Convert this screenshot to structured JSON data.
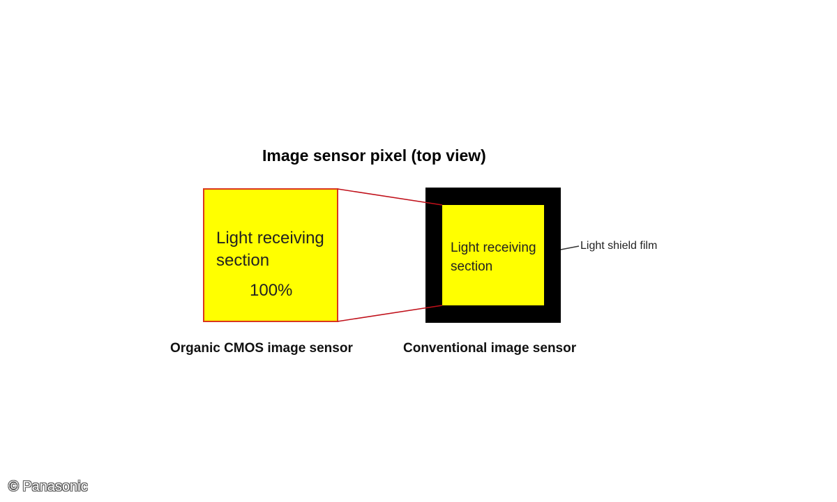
{
  "title": "Image sensor pixel (top view)",
  "organic": {
    "section_label_line1": "Light receiving",
    "section_label_line2": "section",
    "percent": "100%",
    "caption": "Organic CMOS image sensor",
    "fill_color": "#ffff00",
    "border_color": "#d9361e"
  },
  "conventional": {
    "section_label_line1": "Light receiving",
    "section_label_line2": "section",
    "shield_label": "Light shield film",
    "caption": "Conventional image sensor",
    "fill_color": "#ffff00",
    "shield_color": "#000000"
  },
  "connector_color": "#c0101a",
  "credit": "© Panasonic"
}
